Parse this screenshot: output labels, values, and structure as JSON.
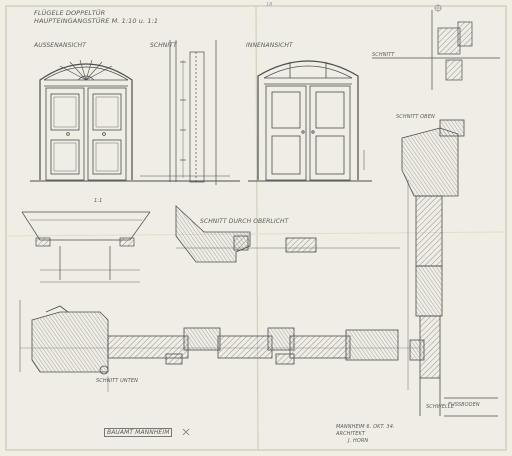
{
  "sheet": {
    "title_line1": "FLÜGELE DOPPELTÜR",
    "title_line2": "HAUPTEINGANGSTÜRE  M. 1:10 u. 1:1",
    "page_number_mark": "18"
  },
  "elevations": {
    "outside_label": "AUSSENANSICHT",
    "section_label": "SCHNITT",
    "inside_label": "INNENANSICHT"
  },
  "details": {
    "top_section_label": "SCHNITT DURCH OBERLICHT",
    "bottom_label": "SCHNITT UNTEN",
    "right_top_label": "SCHNITT OBEN",
    "right_bottom_label": "SCHNITT",
    "right_sill_label": "SCHWELLE",
    "right_floor_label": "FUSSBODEN",
    "small_mark": "1:1"
  },
  "footer": {
    "stamp_label": "BAUAMT MANNHEIM",
    "signature_line1": "MANNHEIM 6. OKT. 34.",
    "signature_line2": "ARCHITEKT",
    "signature_line3": "J. HORN"
  },
  "icons": {
    "corner_mark": "cross-mark-icon",
    "reg_mark": "registration-icon"
  },
  "colors": {
    "paper": "#efede4",
    "pencil": "#4d4d4d",
    "hatch": "#6c6c6c",
    "fold": "#d8d5c9"
  }
}
